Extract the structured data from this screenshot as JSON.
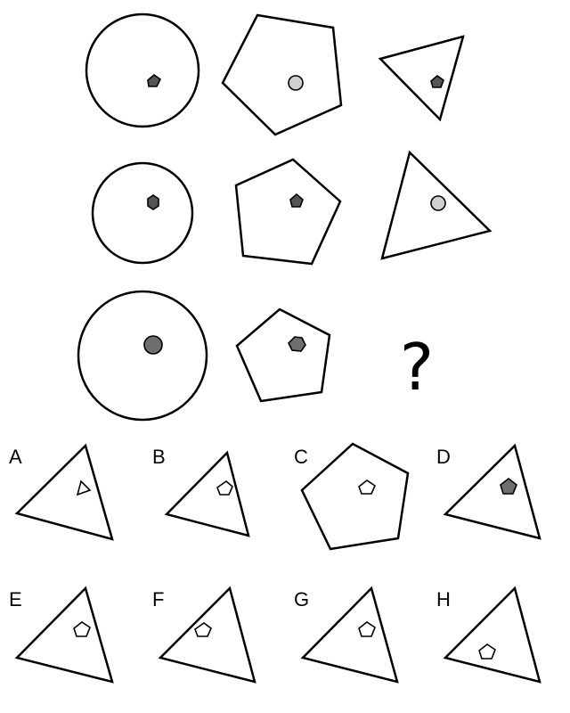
{
  "question_mark": "?",
  "colors": {
    "outline": "#000000",
    "fill_white": "#ffffff",
    "fill_dark": "#555555",
    "fill_gray": "#6e6e6e",
    "fill_light": "#d0d0d0"
  },
  "matrix": [
    [
      {
        "shape": "circle",
        "inner_shape": "pentagon",
        "inner_fill": "dark"
      },
      {
        "shape": "pentagon",
        "inner_shape": "circle",
        "inner_fill": "light"
      },
      {
        "shape": "triangle",
        "inner_shape": "pentagon",
        "inner_fill": "dark"
      }
    ],
    [
      {
        "shape": "circle",
        "inner_shape": "hexagon",
        "inner_fill": "dark"
      },
      {
        "shape": "pentagon",
        "inner_shape": "pentagon",
        "inner_fill": "dark"
      },
      {
        "shape": "triangle",
        "inner_shape": "circle",
        "inner_fill": "light"
      }
    ],
    [
      {
        "shape": "circle",
        "inner_shape": "circle",
        "inner_fill": "gray"
      },
      {
        "shape": "pentagon",
        "inner_shape": "hexagon",
        "inner_fill": "gray"
      },
      {
        "shape": "missing"
      }
    ]
  ],
  "options": [
    {
      "label": "A",
      "shape": "triangle",
      "inner_shape": "triangle",
      "inner_fill": "white"
    },
    {
      "label": "B",
      "shape": "triangle",
      "inner_shape": "pentagon",
      "inner_fill": "white"
    },
    {
      "label": "C",
      "shape": "pentagon",
      "inner_shape": "pentagon",
      "inner_fill": "white"
    },
    {
      "label": "D",
      "shape": "triangle",
      "inner_shape": "pentagon",
      "inner_fill": "gray"
    },
    {
      "label": "E",
      "shape": "triangle",
      "inner_shape": "pentagon",
      "inner_fill": "white"
    },
    {
      "label": "F",
      "shape": "triangle",
      "inner_shape": "pentagon",
      "inner_fill": "white"
    },
    {
      "label": "G",
      "shape": "triangle",
      "inner_shape": "pentagon",
      "inner_fill": "white"
    },
    {
      "label": "H",
      "shape": "triangle",
      "inner_shape": "pentagon",
      "inner_fill": "white"
    }
  ]
}
